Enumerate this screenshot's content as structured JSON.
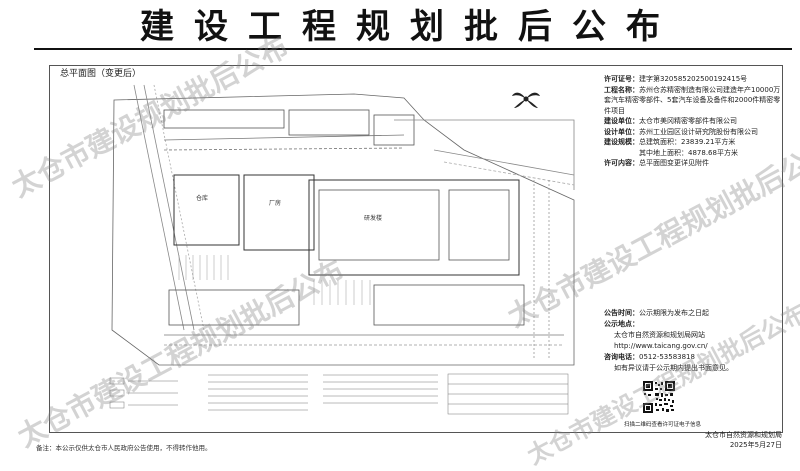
{
  "header": {
    "title": "建设工程规划批后公布"
  },
  "plan": {
    "title": "总平面图（变更后）",
    "building_labels": [
      "仓库",
      "厂房",
      "研发楼"
    ]
  },
  "info": {
    "permit_no_label": "许可证号：",
    "permit_no": "建字第320585202500192415号",
    "project_label": "工程名称：",
    "project": "苏州仓苏精密制造有限公司建造年产10000万套汽车精密零部件、5套汽车设备及备件和2000件精密零件项目",
    "unit_label": "建设单位：",
    "unit": "太仓市美冈精密零部件有限公司",
    "designer_label": "设计单位：",
    "designer": "苏州工业园区设计研究院股份有限公司",
    "area_label": "建设规模：",
    "area_total": "总建筑面积：23839.21平方米",
    "area_above": "其中地上面积：4878.68平方米",
    "changes_label": "许可内容：",
    "changes": "总平面图变更详见附件"
  },
  "notice": {
    "period_label": "公告时间：",
    "period": "公示期限为发布之日起",
    "public_label": "公示地点：",
    "place": "太仓市自然资源和规划局网站",
    "website": "http://www.taicang.gov.cn/",
    "phone_label": "咨询电话：",
    "phone": "0512-53583818",
    "feedback": "如有异议请于公示期内提出书面意见。",
    "qr_caption": "扫描二维码查看许可证电子信息"
  },
  "issuer": {
    "org": "太仓市自然资源和规划局",
    "date": "2025年5月27日"
  },
  "footer": {
    "note": "备注：本公示仅供太仓市人民政府公告使用，不得转作他用。"
  },
  "watermarks": [
    "太仓市建设规划批后公布",
    "太仓市建设工程规划批后公布",
    "太仓市建设工程规划批后公布",
    "太仓市建设工程规划批后公布"
  ]
}
